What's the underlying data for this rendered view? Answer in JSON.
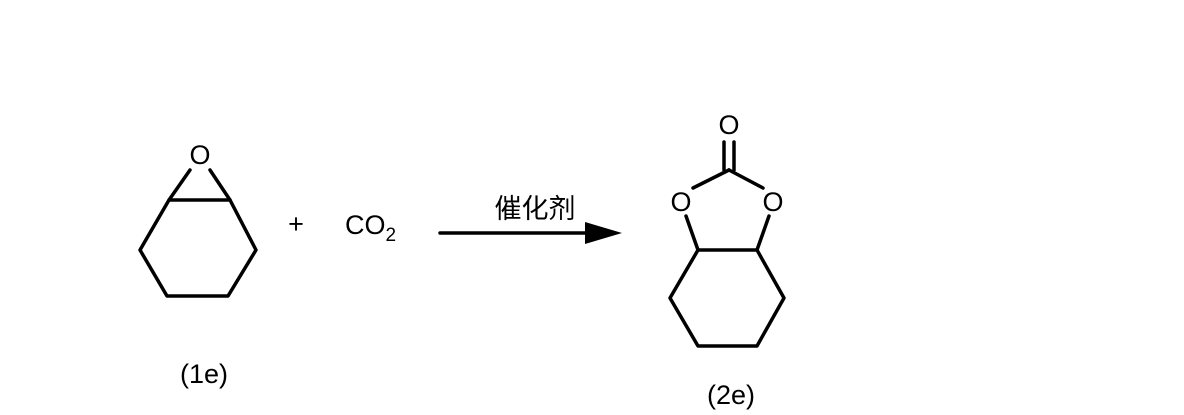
{
  "reactant_1": {
    "atom_o": "O",
    "label": "(1e)"
  },
  "plus_sign": "+",
  "reactant_2": {
    "formula_main": "CO",
    "formula_subscript": "2"
  },
  "arrow": {
    "condition": "催化剂"
  },
  "product": {
    "carbonyl_o": "O",
    "ring_o_left": "O",
    "ring_o_right": "O",
    "label": "(2e)"
  }
}
